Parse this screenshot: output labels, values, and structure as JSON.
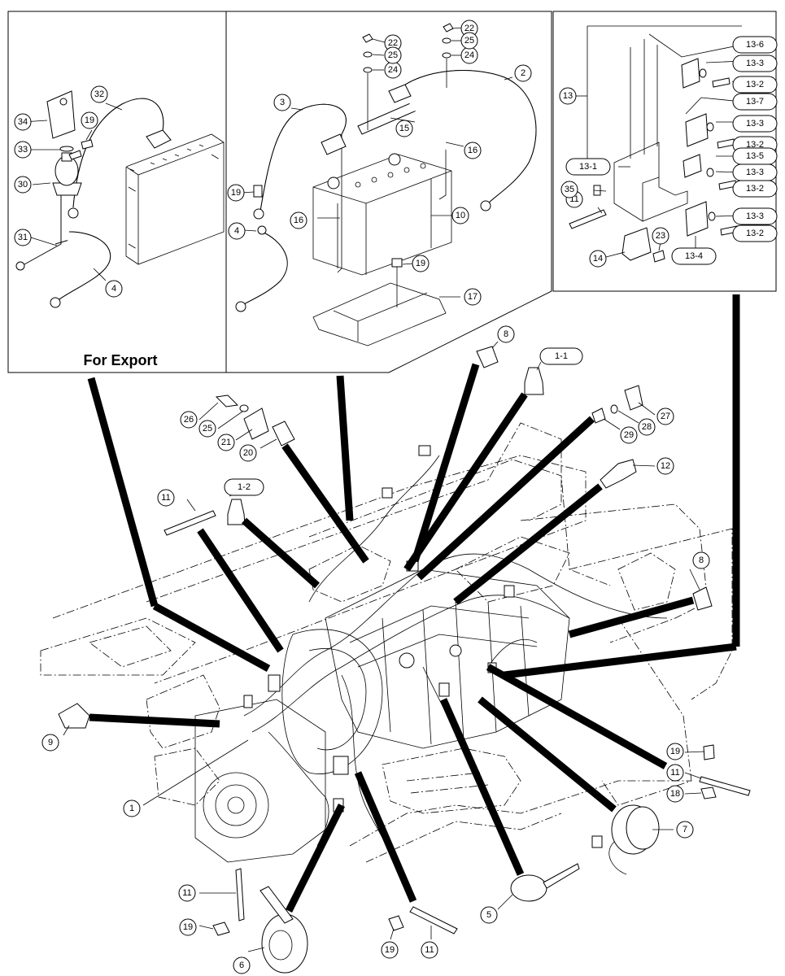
{
  "diagram": {
    "export_panel_caption": "For Export",
    "callouts": [
      {
        "id": "c1",
        "label": "1"
      },
      {
        "id": "c1_1",
        "label": "1-1"
      },
      {
        "id": "c1_2",
        "label": "1-2"
      },
      {
        "id": "c2",
        "label": "2"
      },
      {
        "id": "c3",
        "label": "3"
      },
      {
        "id": "c4a",
        "label": "4"
      },
      {
        "id": "c4b",
        "label": "4"
      },
      {
        "id": "c5",
        "label": "5"
      },
      {
        "id": "c6",
        "label": "6"
      },
      {
        "id": "c7",
        "label": "7"
      },
      {
        "id": "c8a",
        "label": "8"
      },
      {
        "id": "c8b",
        "label": "8"
      },
      {
        "id": "c9",
        "label": "9"
      },
      {
        "id": "c10",
        "label": "10"
      },
      {
        "id": "c11a",
        "label": "11"
      },
      {
        "id": "c11b",
        "label": "11"
      },
      {
        "id": "c11c",
        "label": "11"
      },
      {
        "id": "c11d",
        "label": "11"
      },
      {
        "id": "c11e",
        "label": "11"
      },
      {
        "id": "c12",
        "label": "12"
      },
      {
        "id": "c13",
        "label": "13"
      },
      {
        "id": "c13_1",
        "label": "13-1"
      },
      {
        "id": "c13_2a",
        "label": "13-2"
      },
      {
        "id": "c13_2b",
        "label": "13-2"
      },
      {
        "id": "c13_2c",
        "label": "13-2"
      },
      {
        "id": "c13_2d",
        "label": "13-2"
      },
      {
        "id": "c13_3a",
        "label": "13-3"
      },
      {
        "id": "c13_3b",
        "label": "13-3"
      },
      {
        "id": "c13_3c",
        "label": "13-3"
      },
      {
        "id": "c13_3d",
        "label": "13-3"
      },
      {
        "id": "c13_4",
        "label": "13-4"
      },
      {
        "id": "c13_5",
        "label": "13-5"
      },
      {
        "id": "c13_6",
        "label": "13-6"
      },
      {
        "id": "c13_7",
        "label": "13-7"
      },
      {
        "id": "c14",
        "label": "14"
      },
      {
        "id": "c15",
        "label": "15"
      },
      {
        "id": "c16a",
        "label": "16"
      },
      {
        "id": "c16b",
        "label": "16"
      },
      {
        "id": "c17",
        "label": "17"
      },
      {
        "id": "c18",
        "label": "18"
      },
      {
        "id": "c19a",
        "label": "19"
      },
      {
        "id": "c19b",
        "label": "19"
      },
      {
        "id": "c19c",
        "label": "19"
      },
      {
        "id": "c19d",
        "label": "19"
      },
      {
        "id": "c19e",
        "label": "19"
      },
      {
        "id": "c19f",
        "label": "19"
      },
      {
        "id": "c20",
        "label": "20"
      },
      {
        "id": "c21",
        "label": "21"
      },
      {
        "id": "c22a",
        "label": "22"
      },
      {
        "id": "c22b",
        "label": "22"
      },
      {
        "id": "c23",
        "label": "23"
      },
      {
        "id": "c24a",
        "label": "24"
      },
      {
        "id": "c24b",
        "label": "24"
      },
      {
        "id": "c25a",
        "label": "25"
      },
      {
        "id": "c25b",
        "label": "25"
      },
      {
        "id": "c25c",
        "label": "25"
      },
      {
        "id": "c26",
        "label": "26"
      },
      {
        "id": "c27",
        "label": "27"
      },
      {
        "id": "c28",
        "label": "28"
      },
      {
        "id": "c29",
        "label": "29"
      },
      {
        "id": "c30",
        "label": "30"
      },
      {
        "id": "c31",
        "label": "31"
      },
      {
        "id": "c32",
        "label": "32"
      },
      {
        "id": "c33",
        "label": "33"
      },
      {
        "id": "c34",
        "label": "34"
      },
      {
        "id": "c35",
        "label": "35"
      }
    ]
  }
}
